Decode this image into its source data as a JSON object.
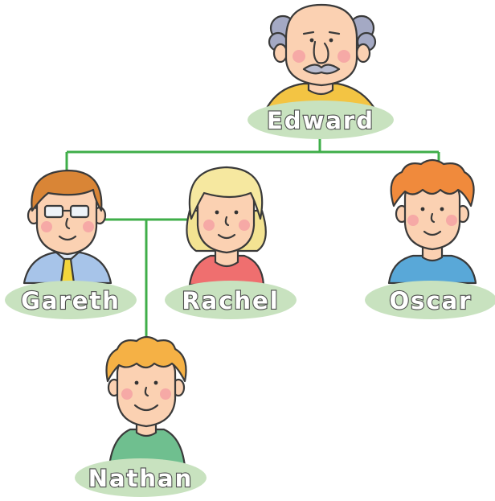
{
  "family_tree": {
    "edward": {
      "name": "Edward"
    },
    "gareth": {
      "name": "Gareth"
    },
    "rachel": {
      "name": "Rachel"
    },
    "oscar": {
      "name": "Oscar"
    },
    "nathan": {
      "name": "Nathan"
    }
  },
  "colors": {
    "connector_line": "#3fae49",
    "name_pill": "#c8e2bf",
    "skin": "#fbd1b2",
    "blush": "#f6a9a6"
  }
}
